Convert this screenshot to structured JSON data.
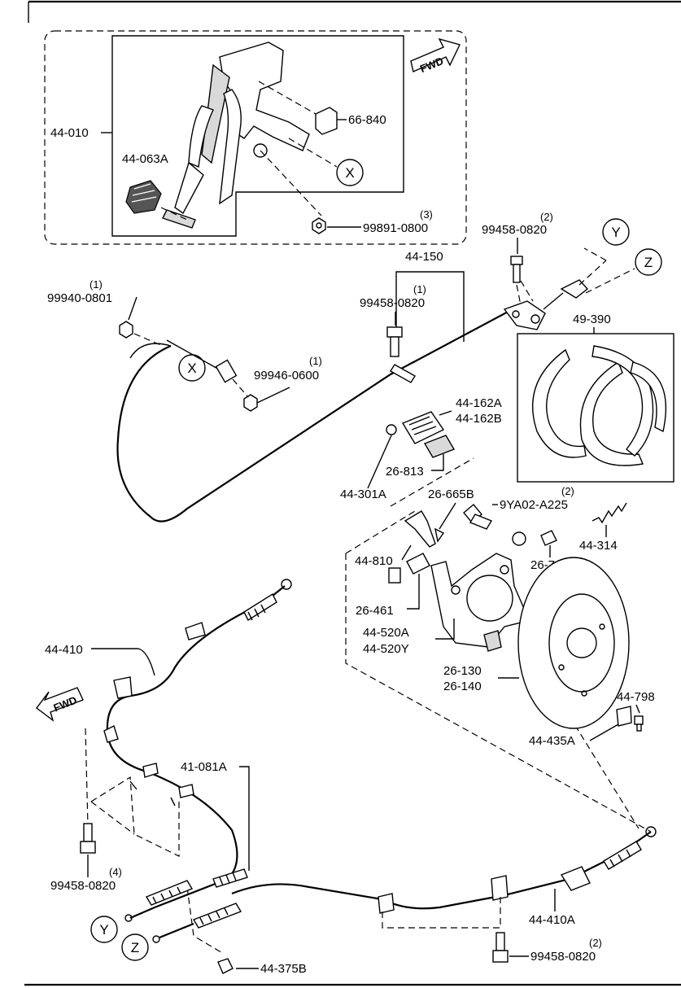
{
  "diagram": {
    "forward_label": "FWD",
    "callouts": {
      "x": "X",
      "y": "Y",
      "z": "Z"
    },
    "parts": {
      "p44_010": "44-010",
      "p44_063a": "44-063A",
      "p66_840": "66-840",
      "p99891_0800": "99891-0800",
      "p99891_qty": "(3)",
      "p99458_0820_top": "99458-0820",
      "p99458_0820_top_qty": "(2)",
      "p44_150": "44-150",
      "p99940_0801": "99940-0801",
      "p99940_qty": "(1)",
      "p99458_0820_mid": "99458-0820",
      "p99458_0820_mid_qty": "(1)",
      "p99946_0600": "99946-0600",
      "p99946_qty": "(1)",
      "p49_390": "49-390",
      "p44_162a": "44-162A",
      "p44_162b": "44-162B",
      "p26_813": "26-813",
      "p44_301a": "44-301A",
      "p26_665b": "26-665B",
      "p9ya02_a225": "9YA02-A225",
      "p9ya02_qty": "(2)",
      "p44_314": "44-314",
      "p44_810": "44-810",
      "p26_762": "26-762",
      "p26_461": "26-461",
      "p44_520a": "44-520A",
      "p44_520y": "44-520Y",
      "p26_130": "26-130",
      "p26_140": "26-140",
      "p44_798": "44-798",
      "p44_435a": "44-435A",
      "p44_410": "44-410",
      "p41_081a": "41-081A",
      "p99458_0820_left": "99458-0820",
      "p99458_0820_left_qty": "(4)",
      "p44_410a": "44-410A",
      "p99458_0820_bot": "99458-0820",
      "p99458_0820_bot_qty": "(2)",
      "p44_375b": "44-375B"
    }
  }
}
